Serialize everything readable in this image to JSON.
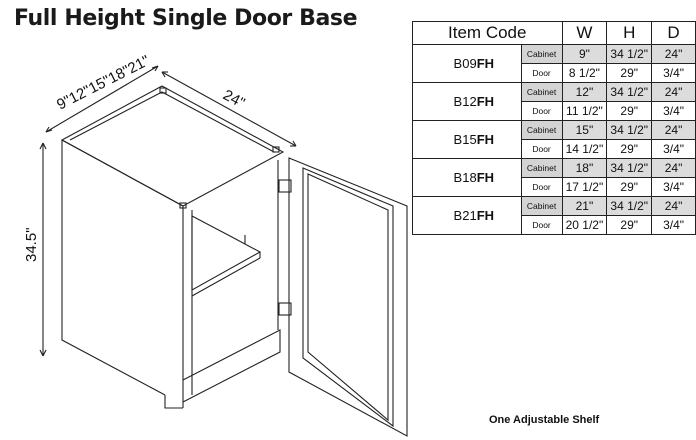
{
  "title": "Full Height Single Door Base",
  "dimensions": {
    "widths": "9\"12\"15\"18\"21\"",
    "depth": "24\"",
    "height": "34.5\""
  },
  "table": {
    "headers": [
      "Item Code",
      "W",
      "H",
      "D"
    ],
    "row_labels": {
      "cabinet": "Cabinet",
      "door": "Door"
    },
    "items": [
      {
        "prefix": "B09",
        "suffix": "FH",
        "cabinet": {
          "w": "9\"",
          "h": "34  1/2\"",
          "d": "24\""
        },
        "door": {
          "w": "8 1/2\"",
          "h": "29\"",
          "d": "3/4\""
        }
      },
      {
        "prefix": "B12",
        "suffix": "FH",
        "cabinet": {
          "w": "12\"",
          "h": "34  1/2\"",
          "d": "24\""
        },
        "door": {
          "w": "11 1/2\"",
          "h": "29\"",
          "d": "3/4\""
        }
      },
      {
        "prefix": "B15",
        "suffix": "FH",
        "cabinet": {
          "w": "15\"",
          "h": "34  1/2\"",
          "d": "24\""
        },
        "door": {
          "w": "14 1/2\"",
          "h": "29\"",
          "d": "3/4\""
        }
      },
      {
        "prefix": "B18",
        "suffix": "FH",
        "cabinet": {
          "w": "18\"",
          "h": "34  1/2\"",
          "d": "24\""
        },
        "door": {
          "w": "17 1/2\"",
          "h": "29\"",
          "d": "3/4\""
        }
      },
      {
        "prefix": "B21",
        "suffix": "FH",
        "cabinet": {
          "w": "21\"",
          "h": "34  1/2\"",
          "d": "24\""
        },
        "door": {
          "w": "20 1/2\"",
          "h": "29\"",
          "d": "3/4\""
        }
      }
    ]
  },
  "footer": "One Adjustable Shelf"
}
